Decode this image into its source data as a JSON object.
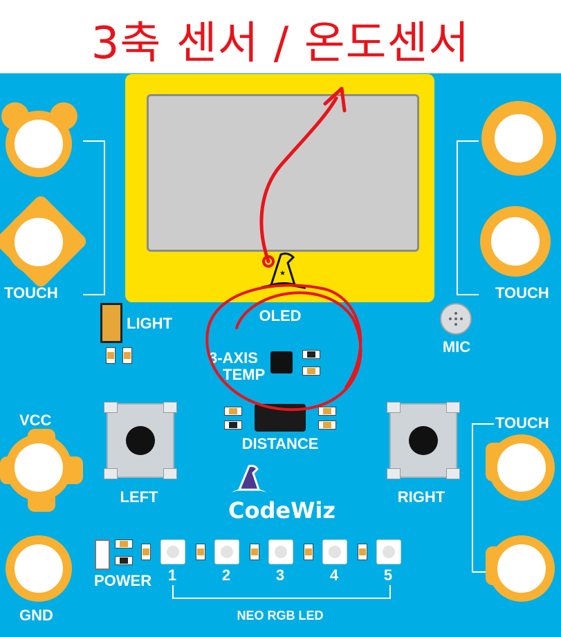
{
  "title": "3축 센서 / 온도센서",
  "board": {
    "labels": {
      "touch_left": "TOUCH",
      "touch_right_top": "TOUCH",
      "touch_right_bottom": "TOUCH",
      "light": "LIGHT",
      "oled": "OLED",
      "mic": "MIC",
      "axis": "3-AXIS",
      "temp": "TEMP",
      "distance": "DISTANCE",
      "vcc": "VCC",
      "gnd": "GND",
      "left": "LEFT",
      "right": "RIGHT",
      "power": "POWER",
      "neo": "NEO RGB LED",
      "brand": "CodeWiz"
    },
    "leds": [
      "1",
      "2",
      "3",
      "4",
      "5"
    ]
  },
  "colors": {
    "board": "#00ade5",
    "pad": "#f8b133",
    "oled_frame": "#ffe100",
    "annotation": "#e8141b"
  },
  "icons": [
    "wizard-hat-icon",
    "speaker-grille-icon",
    "arrow-annotation-icon"
  ]
}
